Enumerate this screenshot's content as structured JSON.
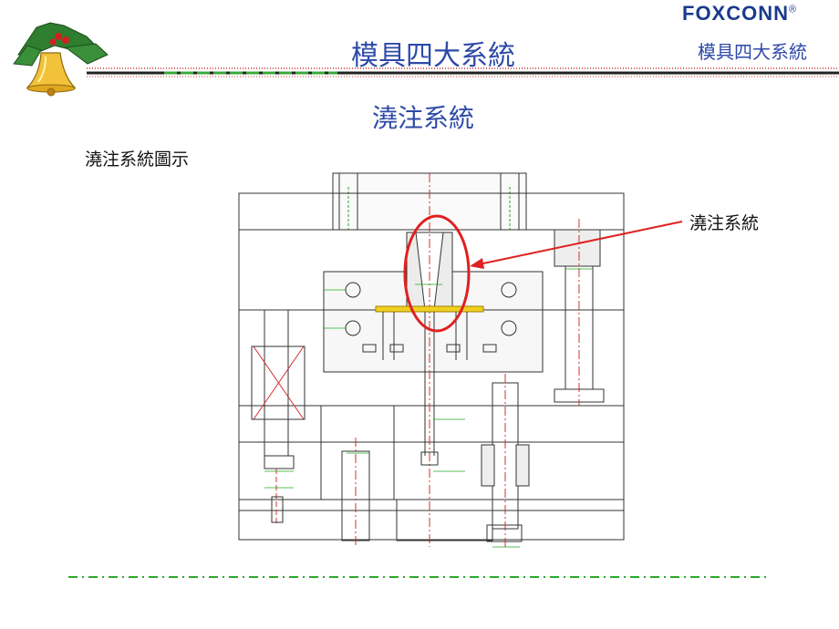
{
  "header": {
    "brand": "FOXCONN",
    "brand_mark": "®",
    "title": "模具四大系統",
    "subtitle_right": "模具四大系統"
  },
  "main": {
    "section_title": "澆注系統",
    "caption": "澆注系統圖示",
    "callout_label": "澆注系統"
  },
  "colors": {
    "title_blue": "#2e4aa8",
    "brand_blue": "#1a3a8c",
    "dim_green": "#22aa22",
    "highlight_red": "#e02020",
    "gate_yellow": "#f0d020"
  }
}
